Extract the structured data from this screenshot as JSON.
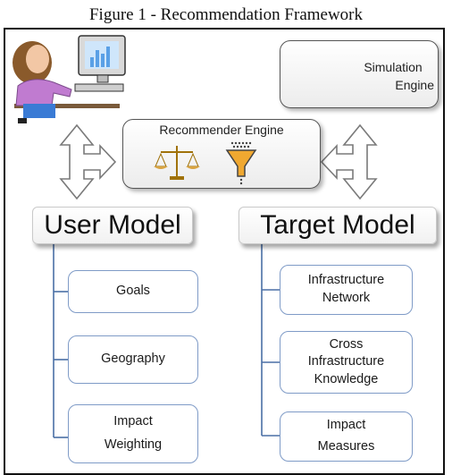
{
  "figure_caption": "Figure 1 - Recommendation Framework",
  "simulation_engine": {
    "line1": "Simulation",
    "line2": "Engine"
  },
  "recommender_engine": {
    "label": "Recommender Engine"
  },
  "user_model": {
    "title": "User Model",
    "items": [
      {
        "lines": [
          "Goals"
        ]
      },
      {
        "lines": [
          "Geography"
        ]
      },
      {
        "lines": [
          "Impact",
          "Weighting"
        ]
      }
    ]
  },
  "target_model": {
    "title": "Target Model",
    "items": [
      {
        "lines": [
          "Infrastructure",
          "Network"
        ]
      },
      {
        "lines": [
          "Cross",
          "Infrastructure",
          "Knowledge"
        ]
      },
      {
        "lines": [
          "Impact",
          "Measures"
        ]
      }
    ]
  },
  "colors": {
    "box_border": "#7f9bc7",
    "connector": "#4a6fa5",
    "monitor_bars": "#5aa0e6"
  },
  "icons": [
    "user-at-computer-icon",
    "globe-gear-icon",
    "balance-scale-icon",
    "funnel-icon",
    "three-way-arrow-icon"
  ]
}
